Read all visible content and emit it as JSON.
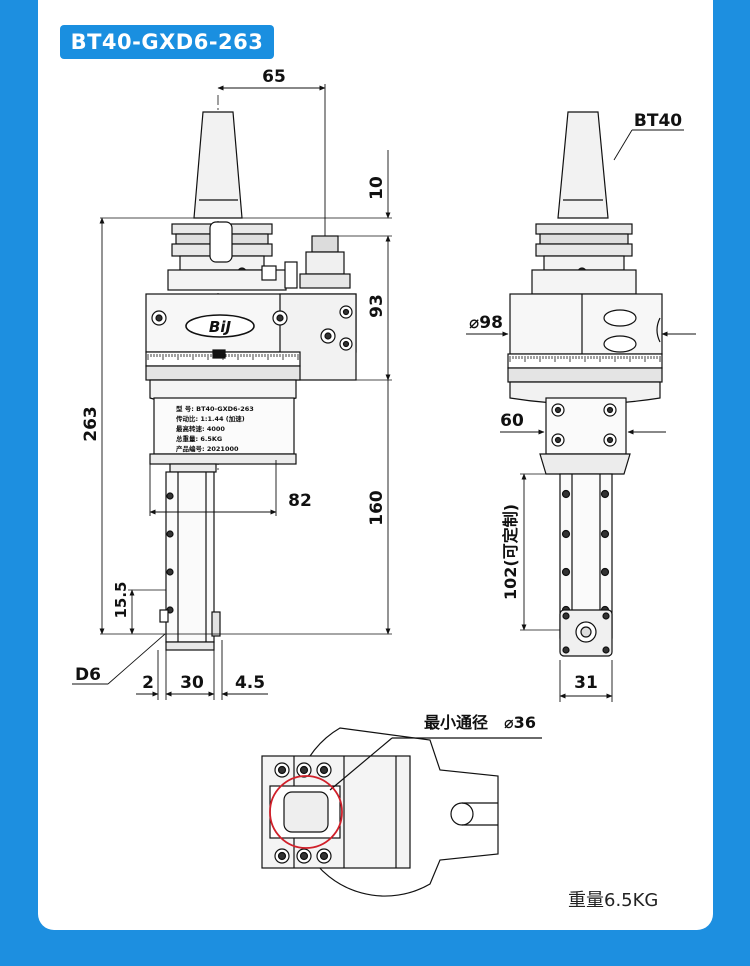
{
  "model": "BT40-GXD6-263",
  "dimensions": {
    "top_offset": "65",
    "flange": "10",
    "side_height": "93",
    "total_length": "263",
    "arm_length": "160",
    "arm_width": "82",
    "bottom_offset": "15.5",
    "cutter": "D6",
    "d_2": "2",
    "d_30": "30",
    "d_4_5": "4.5",
    "diameter": "⌀98",
    "side_60": "60",
    "custom_len": "102(可定制)",
    "width_31": "31"
  },
  "labels": {
    "bt40": "BT40",
    "min_pass": "最小通径",
    "min_pass_value": "⌀36",
    "brand": "BiJ"
  },
  "nameplate": [
    "型 号:  BT40-GXD6-263",
    "传动比:  1:1.44 (加速)",
    "最高转速:  4000",
    "总重量:  6.5KG",
    "产品编号:  2021000"
  ],
  "weight": "重量6.5KG",
  "colors": {
    "accent": "#1a8fe0",
    "background": "#1d8fe0",
    "marker": "#d0202a"
  }
}
